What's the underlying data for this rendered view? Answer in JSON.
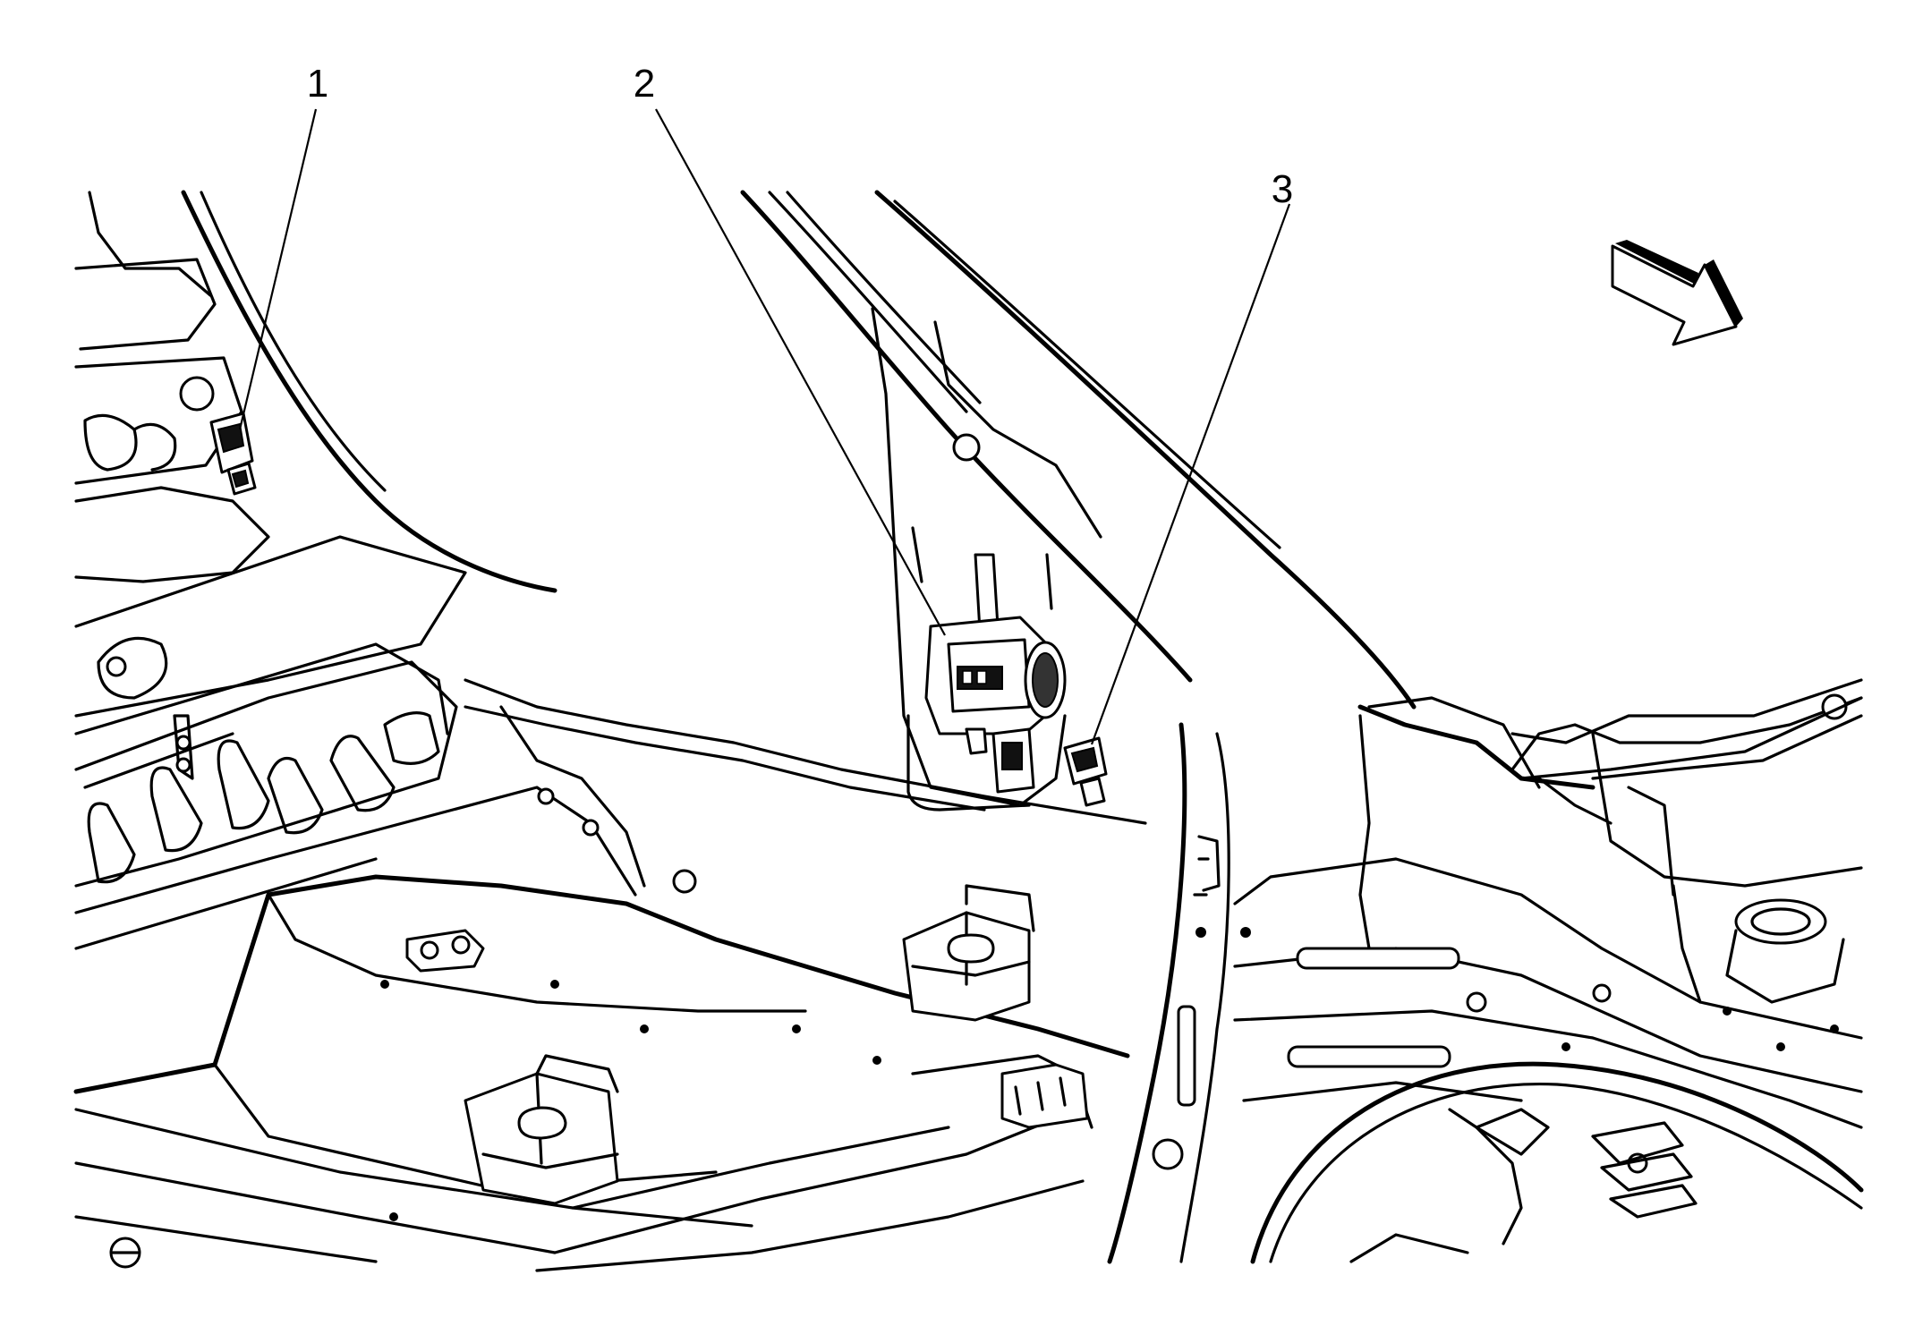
{
  "callouts": [
    {
      "id": "1",
      "label": "1"
    },
    {
      "id": "2",
      "label": "2"
    },
    {
      "id": "3",
      "label": "3"
    }
  ],
  "direction_arrow": {
    "icon": "direction-arrow-icon",
    "points": "down-right"
  },
  "colors": {
    "line": "#000000",
    "background": "#ffffff"
  }
}
